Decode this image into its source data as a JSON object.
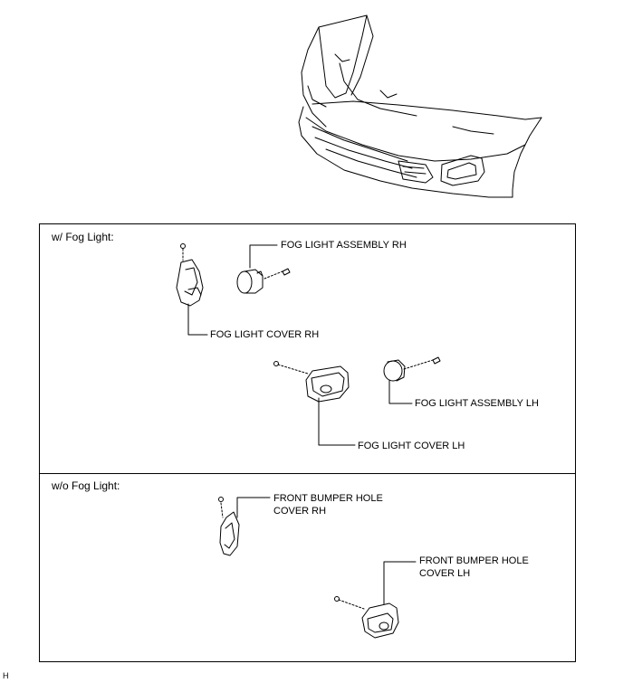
{
  "sections": {
    "with_fog": {
      "title": "w/ Fog Light:"
    },
    "without_fog": {
      "title": "w/o Fog Light:"
    }
  },
  "labels": {
    "fog_light_assembly_rh": "FOG LIGHT ASSEMBLY RH",
    "fog_light_cover_rh": "FOG LIGHT COVER RH",
    "fog_light_assembly_lh": "FOG LIGHT ASSEMBLY LH",
    "fog_light_cover_lh": "FOG LIGHT COVER LH",
    "front_bumper_hole_cover_rh": "FRONT BUMPER HOLE\nCOVER RH",
    "front_bumper_hole_cover_lh": "FRONT BUMPER HOLE\nCOVER LH"
  },
  "footer": {
    "code": "H"
  }
}
